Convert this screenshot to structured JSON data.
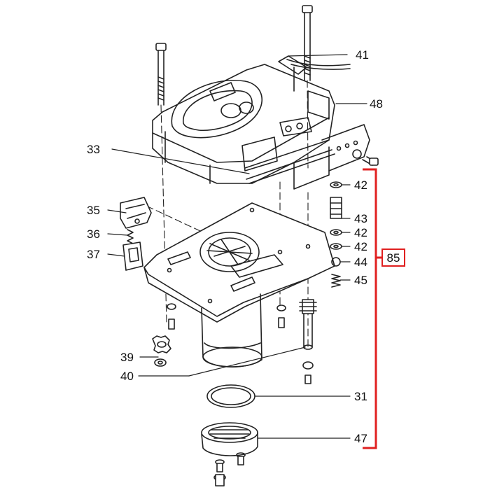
{
  "diagram": {
    "kit_label": "85",
    "kit_color": "#e02020",
    "labels": {
      "p41": "41",
      "p48": "48",
      "p33": "33",
      "p35": "35",
      "p36": "36",
      "p37": "37",
      "p42a": "42",
      "p43": "43",
      "p42b": "42",
      "p42c": "42",
      "p44": "44",
      "p45": "45",
      "p39": "39",
      "p40": "40",
      "p31": "31",
      "p47": "47"
    }
  }
}
